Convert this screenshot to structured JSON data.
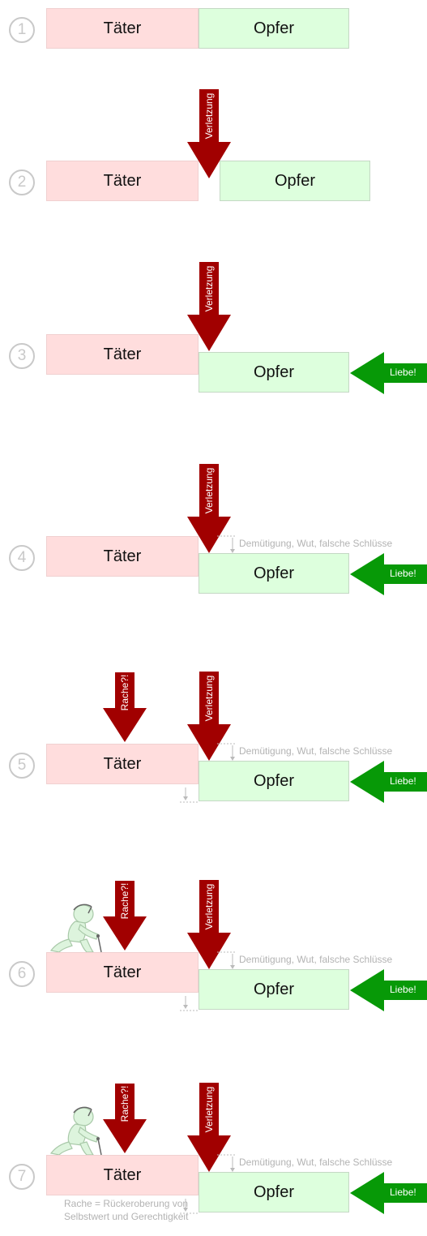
{
  "labels": {
    "taeter": "Täter",
    "opfer": "Opfer",
    "verletzung": "Verletzung",
    "liebe": "Liebe!",
    "rache": "Rache?!",
    "demuetigung": "Demütigung, Wut, falsche Schlüsse",
    "rache_note": "Rache = Rückeroberung von Selbstwert und Gerechtigkeit"
  },
  "steps": [
    {
      "number": "1"
    },
    {
      "number": "2"
    },
    {
      "number": "3"
    },
    {
      "number": "4"
    },
    {
      "number": "5"
    },
    {
      "number": "6"
    },
    {
      "number": "7"
    }
  ],
  "colors": {
    "taeter_fill": "#ffdddd",
    "opfer_fill": "#ddffdd",
    "verletzung_arrow": "#a10000",
    "liebe_arrow": "#079907",
    "note_gray": "#b3b3b3"
  }
}
